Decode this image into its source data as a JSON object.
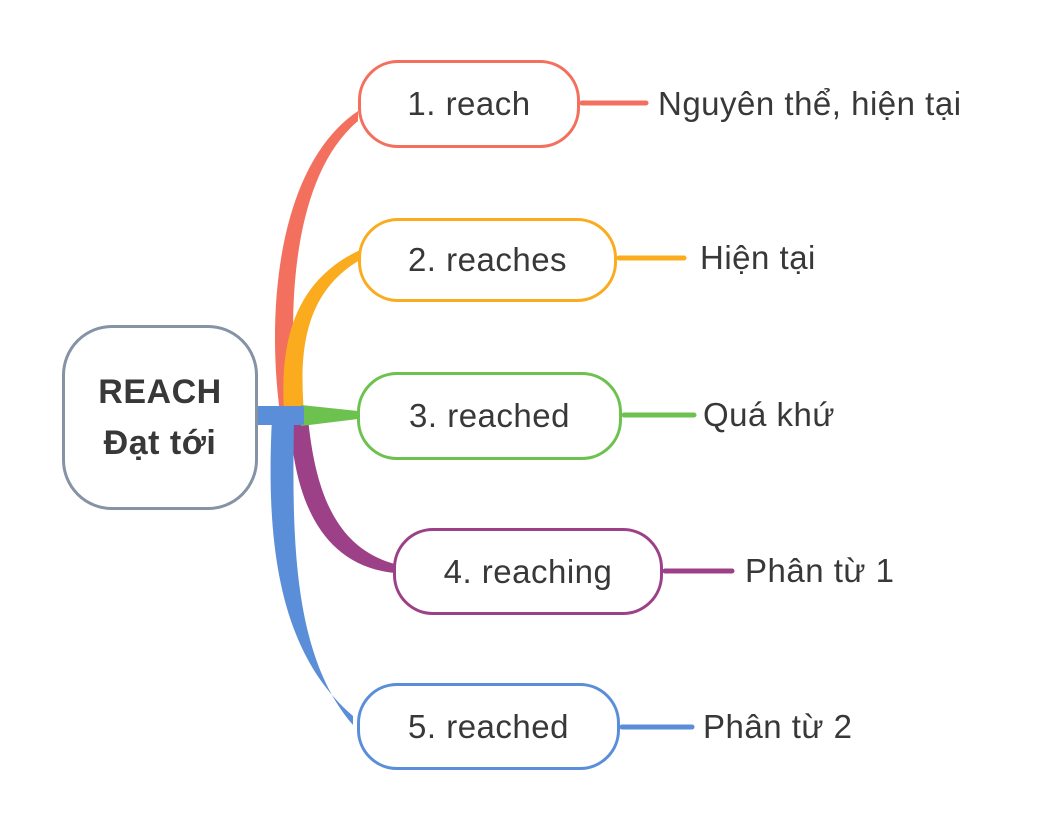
{
  "center": {
    "line1": "REACH",
    "line2": "Đạt tới",
    "border_color": "#8593A5",
    "text_color": "#383838"
  },
  "branches": [
    {
      "id": 1,
      "node_label": "1. reach",
      "annotation": "Nguyên thể, hiện tại",
      "color": "#F4705E"
    },
    {
      "id": 2,
      "node_label": "2. reaches",
      "annotation": "Hiện tại",
      "color": "#FAAB1E"
    },
    {
      "id": 3,
      "node_label": "3. reached",
      "annotation": "Quá khứ",
      "color": "#6DC24F"
    },
    {
      "id": 4,
      "node_label": "4. reaching",
      "annotation": "Phân từ 1",
      "color": "#9C4187"
    },
    {
      "id": 5,
      "node_label": "5. reached",
      "annotation": "Phân từ 2",
      "color": "#5B8ED9"
    }
  ],
  "background_color": "#FFFFFF",
  "text_color": "#383838"
}
